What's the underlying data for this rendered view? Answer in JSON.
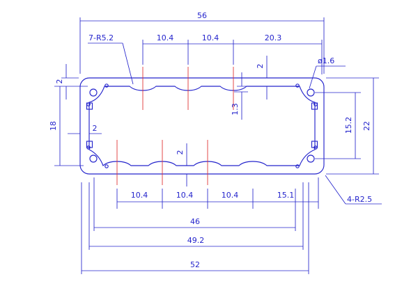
{
  "colors": {
    "dimension_blue": "#2424cc",
    "centerline_red": "#e03535",
    "background": "#ffffff"
  },
  "dimensions": {
    "top": {
      "overall_width": "56",
      "scallop_pitch_1": "10.4",
      "scallop_pitch_2": "10.4",
      "right_span": "20.3",
      "wall_thickness": "2"
    },
    "left": {
      "top_wall": "2",
      "inner_height": "18",
      "side_wall": "2"
    },
    "middle": {
      "scallop_depth": "1.3",
      "bottom_wall": "2"
    },
    "right": {
      "hole_centers_vertical": "15.2",
      "overall_height": "22"
    },
    "bottom": {
      "scallop_pitch_1": "10.4",
      "scallop_pitch_2": "10.4",
      "scallop_pitch_3": "10.4",
      "right_span": "15.1",
      "span_46": "46",
      "span_49_2": "49.2",
      "span_52": "52"
    }
  },
  "notes": {
    "scallop_radius": "7-R5.2",
    "hole_diameter": "ø1.6",
    "corner_radius": "4-R2.5"
  }
}
